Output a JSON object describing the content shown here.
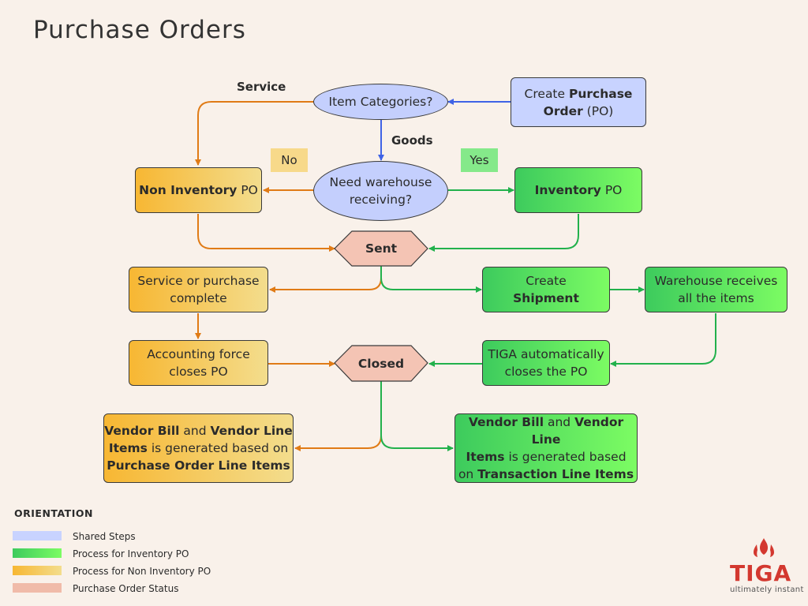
{
  "title": "Purchase Orders",
  "nodes": {
    "create_po": {
      "pre": "Create ",
      "bold1": "Purchase",
      "bold2": "Order",
      "post": " (PO)"
    },
    "item_categories": "Item Categories?",
    "need_warehouse": {
      "line1": "Need warehouse",
      "line2": "receiving?"
    },
    "non_inventory_po": {
      "bold": "Non Inventory",
      "post": " PO"
    },
    "inventory_po": {
      "bold": "Inventory",
      "post": " PO"
    },
    "sent": "Sent",
    "service_complete": {
      "line1": "Service or purchase",
      "line2": "complete"
    },
    "accounting_close": {
      "line1": "Accounting force",
      "line2": "closes PO"
    },
    "closed": "Closed",
    "create_shipment": {
      "line1": "Create",
      "bold": "Shipment"
    },
    "warehouse_receives": {
      "line1": "Warehouse receives",
      "line2": "all the items"
    },
    "tiga_closes": {
      "line1": "TIGA automatically",
      "line2": "closes the PO"
    },
    "vendor_bill_po_lines": {
      "b1": "Vendor Bill",
      "t1": " and ",
      "b2": "Vendor Line",
      "b3": "Items",
      "t2": " is generated based on",
      "b4": "Purchase Order Line Items"
    },
    "vendor_bill_txn_lines": {
      "b1": "Vendor Bill",
      "t1": " and ",
      "b2": "Vendor Line",
      "b3": "Items",
      "t2": " is generated based",
      "t3": "on ",
      "b4": "Transaction Line Items"
    }
  },
  "edge_labels": {
    "service": "Service",
    "goods": "Goods"
  },
  "tags": {
    "no": "No",
    "yes": "Yes"
  },
  "legend": {
    "title": "ORIENTATION",
    "items": [
      {
        "label": "Shared Steps",
        "color": "#c8d3ff"
      },
      {
        "label": "Process for Inventory PO",
        "color": "#4fd65a"
      },
      {
        "label": "Process for Non Inventory PO",
        "color": "#f5c85a"
      },
      {
        "label": "Purchase Order Status",
        "color": "#f0bba9"
      }
    ]
  },
  "logo": {
    "name": "TIGA",
    "tagline": "ultimately instant"
  },
  "colors": {
    "blue_edge": "#3f63e6",
    "orange_edge": "#e07b16",
    "green_edge": "#22b14c",
    "status_fill": "#f4c4b4"
  }
}
